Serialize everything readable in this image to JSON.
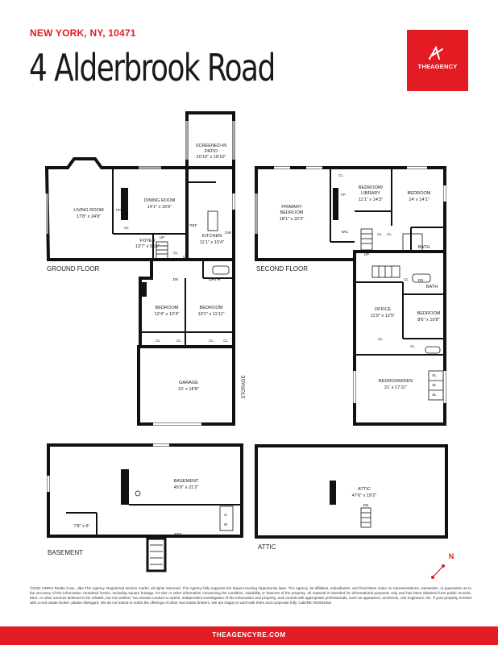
{
  "header": {
    "location": "NEW YORK, NY, 10471",
    "address": "4 Alderbrook Road",
    "logo_text": "THEAGENCY",
    "brand_color": "#e31b23"
  },
  "floors": {
    "ground": "GROUND FLOOR",
    "second": "SECOND FLOOR",
    "basement": "BASEMENT",
    "attic": "ATTIC"
  },
  "rooms": {
    "patio_name": "SCREENED-IN",
    "patio_name2": "PATIO",
    "patio_dim": "10'10\" x 18'10\"",
    "living_name": "LIVING ROOM",
    "living_dim": "17'8\" x 24'8\"",
    "dining_name": "DINING ROOM",
    "dining_dim": "14'1\" x 15'6\"",
    "kitchen_name": "KITCHEN",
    "kitchen_dim": "11'1\" x 15'4\"",
    "foyer_name": "FOYER",
    "foyer_dim": "13'7\" x 5'11\"",
    "bath": "BATH",
    "bedroom": "BEDROOM",
    "gbed1_dim": "12'4\" x 12'4\"",
    "gbed2_dim": "10'1\" x 11'11\"",
    "garage_name": "GARAGE",
    "garage_dim": "21' x 18'8\"",
    "storage": "STORAGE",
    "primary_name": "PRIMARY",
    "primary_name2": "BEDROOM",
    "primary_dim": "18'1\" x 22'2\"",
    "library_name": "BEDROOM/",
    "library_name2": "LIBRARY",
    "library_dim": "11'1\" x 14'3\"",
    "sbed1_dim": "14' x 14'1\"",
    "office_name": "OFFICE",
    "office_dim": "11'9\" x 12'5\"",
    "sbed2_dim": "8'6\" x 10'8\"",
    "den_name": "BEDROOM/DEN",
    "den_dim": "21' x 17'11\"",
    "basement_name": "BASEMENT",
    "basement_dim": "45'9\" x 21'2\"",
    "small_room_dim": "7'8\" x 6'",
    "attic_name": "ATTIC",
    "attic_dim": "47'6\" x 19'2\""
  },
  "labels": {
    "cl": "CL",
    "fp": "FP",
    "ref": "REF",
    "dw": "DW",
    "wic": "WIC",
    "up": "UP",
    "dn": "DN",
    "sl": "SL",
    "d": "D",
    "w": "W"
  },
  "compass": {
    "label": "N"
  },
  "disclaimer": "©2022 UMRO Realty Corp., dba The Agency. Registered service marks; all rights reserved. The Agency fully supports the Equal Housing Opportunity laws. The Agency, its affiliates, subsidiaries, and franchises make no representations, warranties, or guaranties as to the accuracy of the information contained herein, including square footage, lot size or other information concerning the condition, suitability or features of the property. All material is intended for informational purposes only and has been obtained from public records, MLS, or other sources believed to be reliable, but not verified. You should conduct a careful, independent investigation of the information and property, and consult with appropriate professionals, such as appraisers, architects, civil engineers, etc. If your property is listed with a real estate broker, please disregard. We do not intend to solicit the offerings of other real estate brokers. We are happy to work with them and cooperate fully. CalDRE #01904054",
  "footer": {
    "url": "THEAGENCYRE.COM"
  }
}
